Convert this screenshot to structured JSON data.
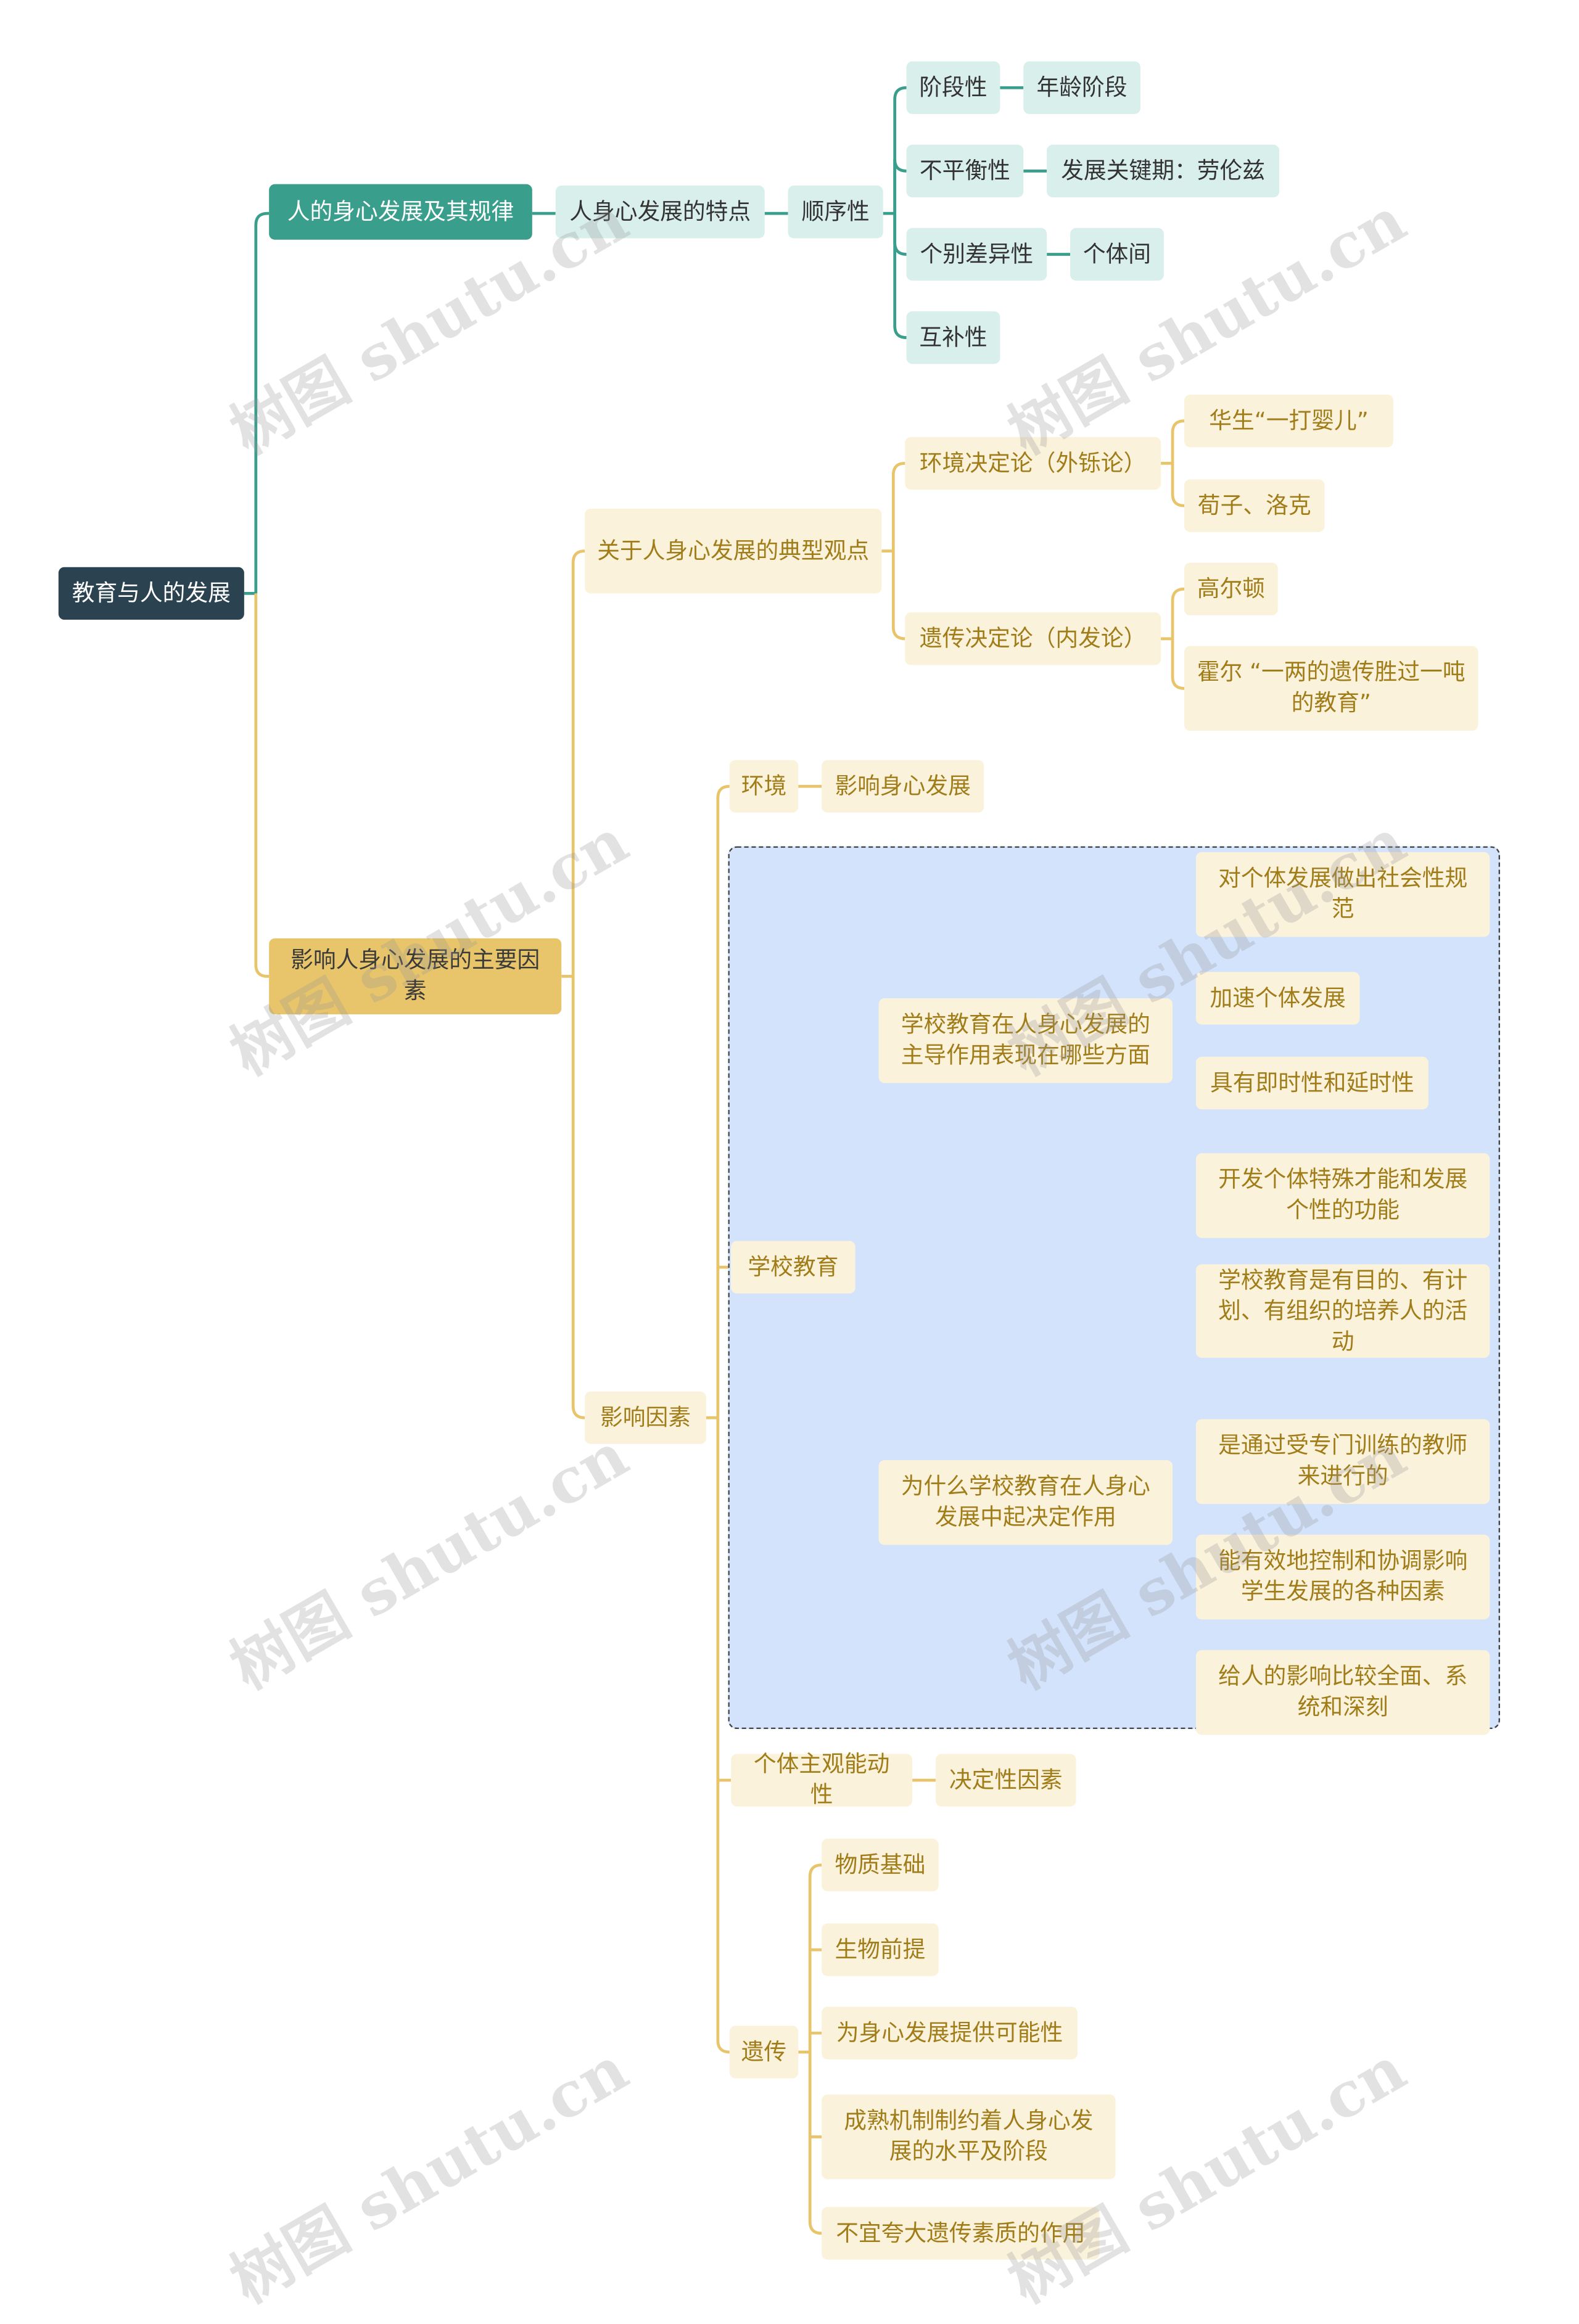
{
  "nodes": {
    "root": "教育与人的发展",
    "b1": "人的身心发展及其规律",
    "b1_c1": "人身心发展的特点",
    "b1_c1_c1": "顺序性",
    "jieduan": "阶段性",
    "nianling": "年龄阶段",
    "bupingheng": "不平衡性",
    "guanjian": "发展关键期：劳伦兹",
    "gebie": "个别差异性",
    "getijian": "个体间",
    "hubu": "互补性",
    "b2": "影响人身心发展的主要因素",
    "guandian": "关于人身心发展的典型观点",
    "huanjing_jueding": "环境决定论（外铄论）",
    "huasheng": "华生“一打婴儿”",
    "xunzi": "荀子、洛克",
    "yichuan_jueding": "遗传决定论（内发论）",
    "gaoerdun": "高尔顿",
    "huoer": "霍尔  “一两的遗传胜过一吨的教育”",
    "yingxiang": "影响因素",
    "huanjing": "环境",
    "yingxiang_shenxin": "影响身心发展",
    "xuexiao": "学校教育",
    "zhudao": "学校教育在人身心发展的主导作用表现在哪些方面",
    "z1": "对个体发展做出社会性规范",
    "z2": "加速个体发展",
    "z3": "具有即时性和延时性",
    "z4": "开发个体特殊才能和发展个性的功能",
    "weishenme": "为什么学校教育在人身心发展中起决定作用",
    "w1": "学校教育是有目的、有计划、有组织的培养人的活动",
    "w2": "是通过受专门训练的教师来进行的",
    "w3": "能有效地控制和协调影响学生发展的各种因素",
    "w4": "给人的影响比较全面、系统和深刻",
    "zhuguan": "个体主观能动性",
    "juedingxing": "决定性因素",
    "yichuan": "遗传",
    "y1": "物质基础",
    "y2": "生物前提",
    "y3": "为身心发展提供可能性",
    "y4": "成熟机制制约着人身心发展的水平及阶段",
    "y5": "不宜夸大遗传素质的作用"
  },
  "watermark": "树图 shutu.cn",
  "colors": {
    "root": "#2b4350",
    "teal": "#3a9e8c",
    "teal_light": "#d9efec",
    "gold": "#e8c56b",
    "gold_light": "#fbf2dc",
    "gold_text": "#a17d1a",
    "region": "#d3e3fb"
  }
}
